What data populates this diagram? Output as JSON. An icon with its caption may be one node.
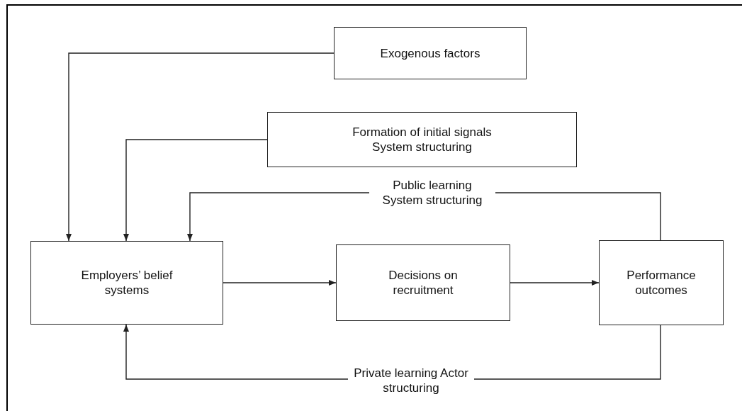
{
  "diagram": {
    "nodes": [
      {
        "text": [
          "Exogenous factors"
        ]
      },
      {
        "text": [
          "Formation of initial signals System structuring"
        ]
      },
      {
        "text": [
          "Employers’ belief systems"
        ]
      },
      {
        "text": [
          "Decisions on recruitment"
        ]
      },
      {
        "text": [
          "Performance outcomes"
        ]
      }
    ],
    "edges": [
      {
        "from": 0,
        "to": 2,
        "arrow": "to"
      },
      {
        "from": 1,
        "to": 2,
        "arrow": "to"
      },
      {
        "from": 4,
        "to": 2,
        "arrow": "to",
        "label": "Public learning System structuring"
      },
      {
        "from": 2,
        "to": 3,
        "arrow": "to"
      },
      {
        "from": 3,
        "to": 4,
        "arrow": "to"
      },
      {
        "from": 4,
        "to": 2,
        "arrow": "to",
        "label": "Private learning Actor structuring"
      }
    ]
  }
}
